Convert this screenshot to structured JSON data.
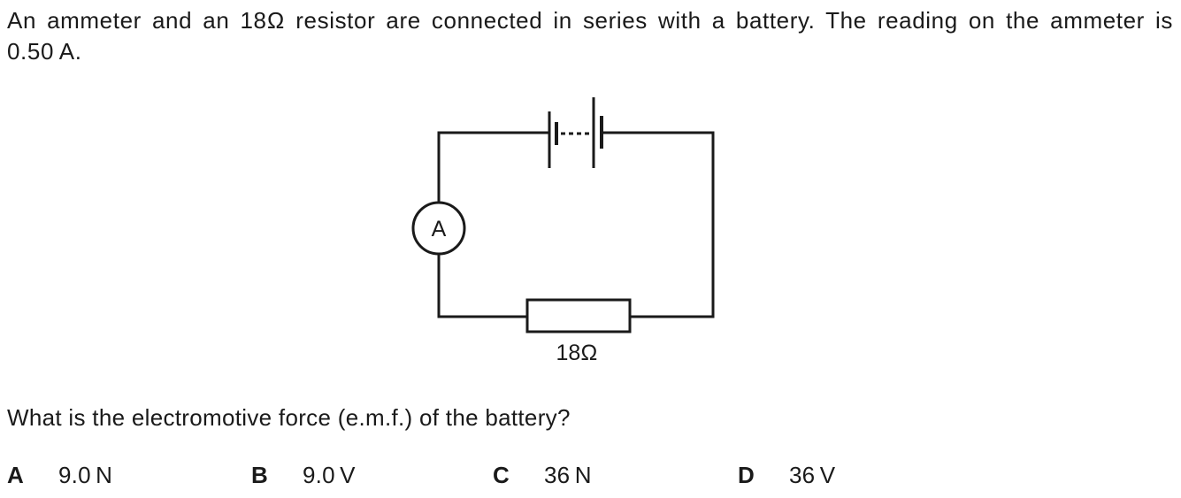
{
  "question": {
    "text": "An ammeter and an 18Ω resistor are connected in series with a battery. The reading on the ammeter is 0.50 A."
  },
  "diagram": {
    "ammeter_label": "A",
    "resistor_label": "18Ω"
  },
  "prompt": "What is the electromotive force (e.m.f.) of the battery?",
  "options": [
    {
      "letter": "A",
      "value": "9.0 N"
    },
    {
      "letter": "B",
      "value": "9.0 V"
    },
    {
      "letter": "C",
      "value": "36 N"
    },
    {
      "letter": "D",
      "value": "36 V"
    }
  ]
}
